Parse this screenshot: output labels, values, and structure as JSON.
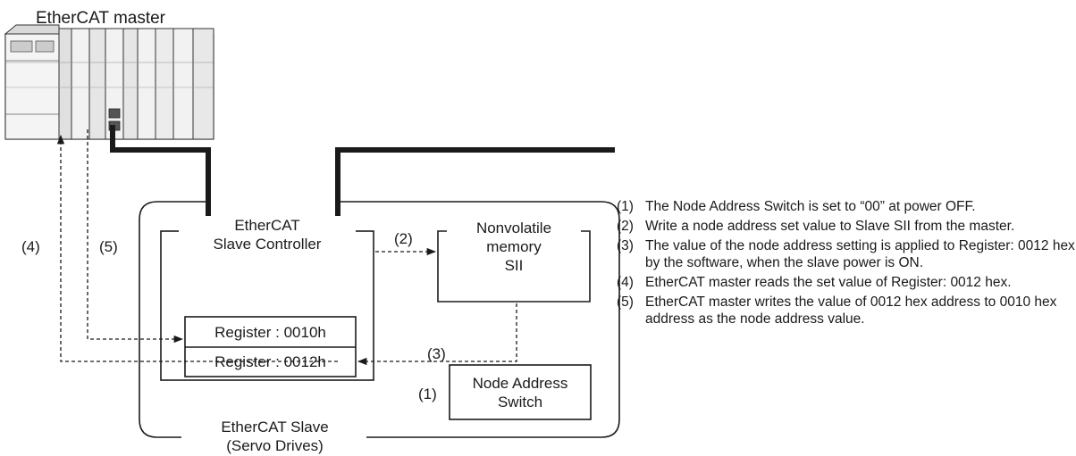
{
  "master": {
    "title": "EtherCAT master"
  },
  "slave_controller": {
    "line1": "EtherCAT",
    "line2": "Slave Controller"
  },
  "memory": {
    "line1": "Nonvolatile",
    "line2": "memory",
    "line3": "SII"
  },
  "registers": [
    {
      "label": "Register : 0010h"
    },
    {
      "label": "Register : 0012h"
    }
  ],
  "switch": {
    "line1": "Node Address",
    "line2": "Switch"
  },
  "slave": {
    "line1": "EtherCAT Slave",
    "line2": "(Servo Drives)"
  },
  "step_markers": {
    "s1": "(1)",
    "s2": "(2)",
    "s3": "(3)",
    "s4": "(4)",
    "s5": "(5)"
  },
  "notes": [
    {
      "num": "(1)",
      "text": "The Node Address Switch is set to “00” at power OFF."
    },
    {
      "num": "(2)",
      "text": "Write a node address set value to Slave SII from the master."
    },
    {
      "num": "(3)",
      "text": "The value of the node address setting is applied to Register: 0012 hex by the software, when the slave power is ON."
    },
    {
      "num": "(4)",
      "text": "EtherCAT master reads the set value of Register: 0012 hex."
    },
    {
      "num": "(5)",
      "text": "EtherCAT master writes the value of 0012 hex address to 0010 hex address as the node address value."
    }
  ]
}
